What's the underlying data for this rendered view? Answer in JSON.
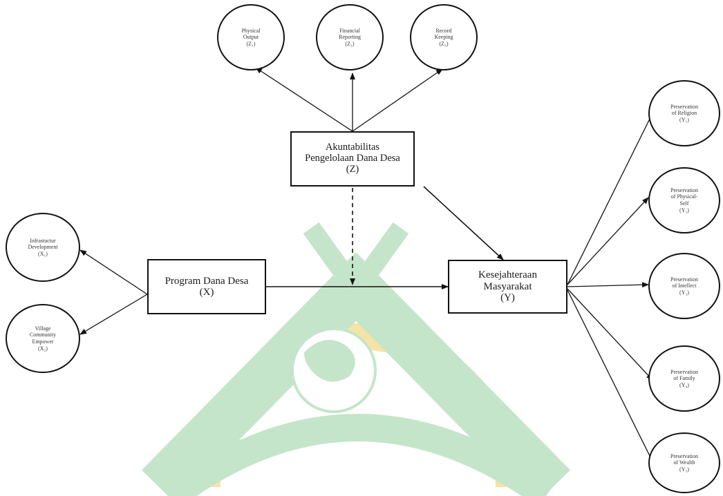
{
  "colors": {
    "watermark_gold": "#f6e3a6",
    "watermark_green": "#c4e5c9",
    "line": "#111111"
  },
  "nodes": {
    "z": {
      "line1": "Akuntabilitas",
      "line2": "Pengelolaan Dana Desa",
      "line3": "(Z)"
    },
    "x": {
      "line1": "Program Dana Desa",
      "line2": "(X)"
    },
    "y": {
      "line1": "Kesejahteraan",
      "line2": "Masyarakat",
      "line3": "(Y)"
    }
  },
  "indicators": {
    "z1": {
      "lines": [
        "Physical",
        "Output",
        "(Z₁)"
      ]
    },
    "z2": {
      "lines": [
        "Financial",
        "Reporting",
        "(Z₂)"
      ]
    },
    "z3": {
      "lines": [
        "Record",
        "Keeping",
        "(Z₃)"
      ]
    },
    "x1": {
      "lines": [
        "Infrastuctur",
        "Development",
        "(X₁)"
      ]
    },
    "x2": {
      "lines": [
        "Village",
        "Community",
        "Empower",
        "(X₂)"
      ]
    },
    "y1": {
      "lines": [
        "Preservation",
        "of Religion",
        "(Y₁)"
      ]
    },
    "y2": {
      "lines": [
        "Preservation",
        "of Physical-",
        "Self",
        "(Y₂)"
      ]
    },
    "y3": {
      "lines": [
        "Preservation",
        "of Intellect",
        "(Y₃)"
      ]
    },
    "y4": {
      "lines": [
        "Preservation",
        "of Family",
        "(Y₄)"
      ]
    },
    "y5": {
      "lines": [
        "Preservation",
        "of Wealth",
        "(Y₅)"
      ]
    }
  }
}
